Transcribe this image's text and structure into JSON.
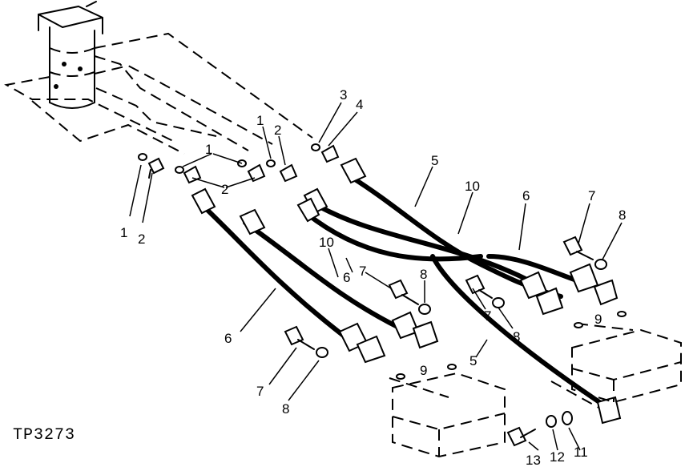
{
  "figure_code": "TP3273",
  "callouts": [
    {
      "id": "c1a",
      "text": "1"
    },
    {
      "id": "c2a",
      "text": "2"
    },
    {
      "id": "c1b",
      "text": "1"
    },
    {
      "id": "c2b",
      "text": "2"
    },
    {
      "id": "c1c",
      "text": "1"
    },
    {
      "id": "c2c",
      "text": "2"
    },
    {
      "id": "c3",
      "text": "3"
    },
    {
      "id": "c4",
      "text": "4"
    },
    {
      "id": "c5a",
      "text": "5"
    },
    {
      "id": "c10a",
      "text": "10"
    },
    {
      "id": "c6a",
      "text": "6"
    },
    {
      "id": "c7a",
      "text": "7"
    },
    {
      "id": "c8a",
      "text": "8"
    },
    {
      "id": "c10b",
      "text": "10"
    },
    {
      "id": "c6b",
      "text": "6"
    },
    {
      "id": "c7b",
      "text": "7"
    },
    {
      "id": "c8b",
      "text": "8"
    },
    {
      "id": "c7c",
      "text": "7"
    },
    {
      "id": "c8c",
      "text": "8"
    },
    {
      "id": "c9a",
      "text": "9"
    },
    {
      "id": "c6c",
      "text": "6"
    },
    {
      "id": "c5b",
      "text": "5"
    },
    {
      "id": "c9b",
      "text": "9"
    },
    {
      "id": "c7d",
      "text": "7"
    },
    {
      "id": "c8d",
      "text": "8"
    },
    {
      "id": "c13",
      "text": "13"
    },
    {
      "id": "c12",
      "text": "12"
    },
    {
      "id": "c11",
      "text": "11"
    }
  ]
}
